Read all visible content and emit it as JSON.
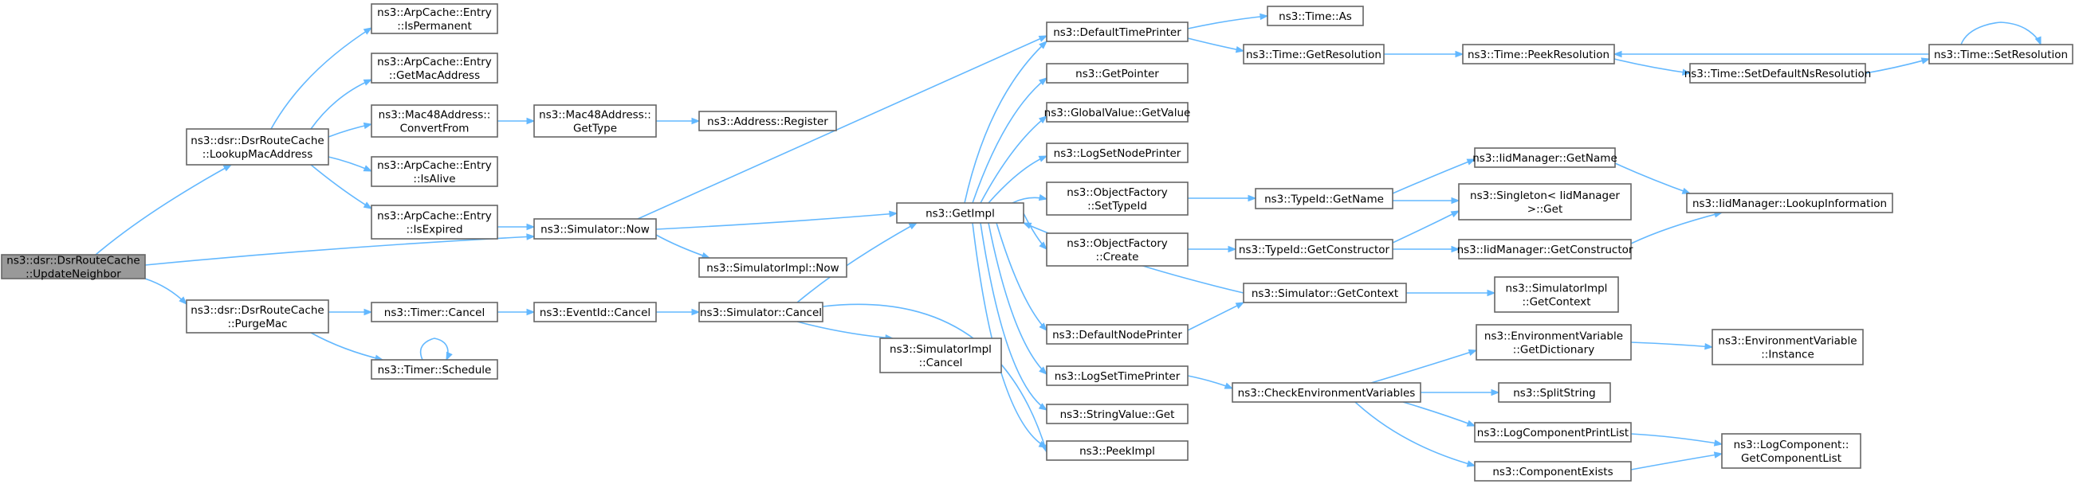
{
  "diagram": {
    "edge_color": "#63b8ff",
    "root_fill": "#999999",
    "node_fill": "#ffffff",
    "node_border": "#666666",
    "nodes": {
      "updateneighbor": [
        "ns3::dsr::DsrRouteCache",
        "::UpdateNeighbor"
      ],
      "lookupmac": [
        "ns3::dsr::DsrRouteCache",
        "::LookupMacAddress"
      ],
      "purgemac": [
        "ns3::dsr::DsrRouteCache",
        "::PurgeMac"
      ],
      "ispermanent": [
        "ns3::ArpCache::Entry",
        "::IsPermanent"
      ],
      "getmacaddress": [
        "ns3::ArpCache::Entry",
        "::GetMacAddress"
      ],
      "convertfrom": [
        "ns3::Mac48Address::",
        "ConvertFrom"
      ],
      "isalive": [
        "ns3::ArpCache::Entry",
        "::IsAlive"
      ],
      "isexpired": [
        "ns3::ArpCache::Entry",
        "::IsExpired"
      ],
      "mac48gettype": [
        "ns3::Mac48Address::",
        "GetType"
      ],
      "addrregister": [
        "ns3::Address::Register"
      ],
      "simnow": [
        "ns3::Simulator::Now"
      ],
      "simimplnow": [
        "ns3::SimulatorImpl::Now"
      ],
      "timercancel": [
        "ns3::Timer::Cancel"
      ],
      "timerschedule": [
        "ns3::Timer::Schedule"
      ],
      "eventidcancel": [
        "ns3::EventId::Cancel"
      ],
      "simcancel": [
        "ns3::Simulator::Cancel"
      ],
      "simimplcancel": [
        "ns3::SimulatorImpl",
        "::Cancel"
      ],
      "getimpl": [
        "ns3::GetImpl"
      ],
      "deftimeprinter": [
        "ns3::DefaultTimePrinter"
      ],
      "getpointer": [
        "ns3::GetPointer"
      ],
      "gvgetvalue": [
        "ns3::GlobalValue::GetValue"
      ],
      "logsetnodeprinter": [
        "ns3::LogSetNodePrinter"
      ],
      "ofsettypeid": [
        "ns3::ObjectFactory",
        "::SetTypeId"
      ],
      "ofcreate": [
        "ns3::ObjectFactory",
        "::Create"
      ],
      "defnodeprinter": [
        "ns3::DefaultNodePrinter"
      ],
      "logsettimeprinter": [
        "ns3::LogSetTimePrinter"
      ],
      "stringvalueget": [
        "ns3::StringValue::Get"
      ],
      "peekimpl": [
        "ns3::PeekImpl"
      ],
      "timeas": [
        "ns3::Time::As"
      ],
      "timegetres": [
        "ns3::Time::GetResolution"
      ],
      "typeidgetname": [
        "ns3::TypeId::GetName"
      ],
      "typeidgetctor": [
        "ns3::TypeId::GetConstructor"
      ],
      "simgetcontext": [
        "ns3::Simulator::GetContext"
      ],
      "checkenv": [
        "ns3::CheckEnvironmentVariables"
      ],
      "timepeekres": [
        "ns3::Time::PeekResolution"
      ],
      "iidgetname": [
        "ns3::IidManager::GetName"
      ],
      "singletonget": [
        "ns3::Singleton< IidManager",
        " >::Get"
      ],
      "iidgetctor": [
        "ns3::IidManager::GetConstructor"
      ],
      "simimplgetcontext": [
        "ns3::SimulatorImpl",
        "::GetContext"
      ],
      "envgetdict": [
        "ns3::EnvironmentVariable",
        "::GetDictionary"
      ],
      "splitstring": [
        "ns3::SplitString"
      ],
      "logcompprintlist": [
        "ns3::LogComponentPrintList"
      ],
      "componentexists": [
        "ns3::ComponentExists"
      ],
      "timesetdefns": [
        "ns3::Time::SetDefaultNsResolution"
      ],
      "timesetres": [
        "ns3::Time::SetResolution"
      ],
      "iidlookup": [
        "ns3::IidManager::LookupInformation"
      ],
      "envinstance": [
        "ns3::EnvironmentVariable",
        "::Instance"
      ],
      "logcompgetlist": [
        "ns3::LogComponent::",
        "GetComponentList"
      ]
    }
  }
}
